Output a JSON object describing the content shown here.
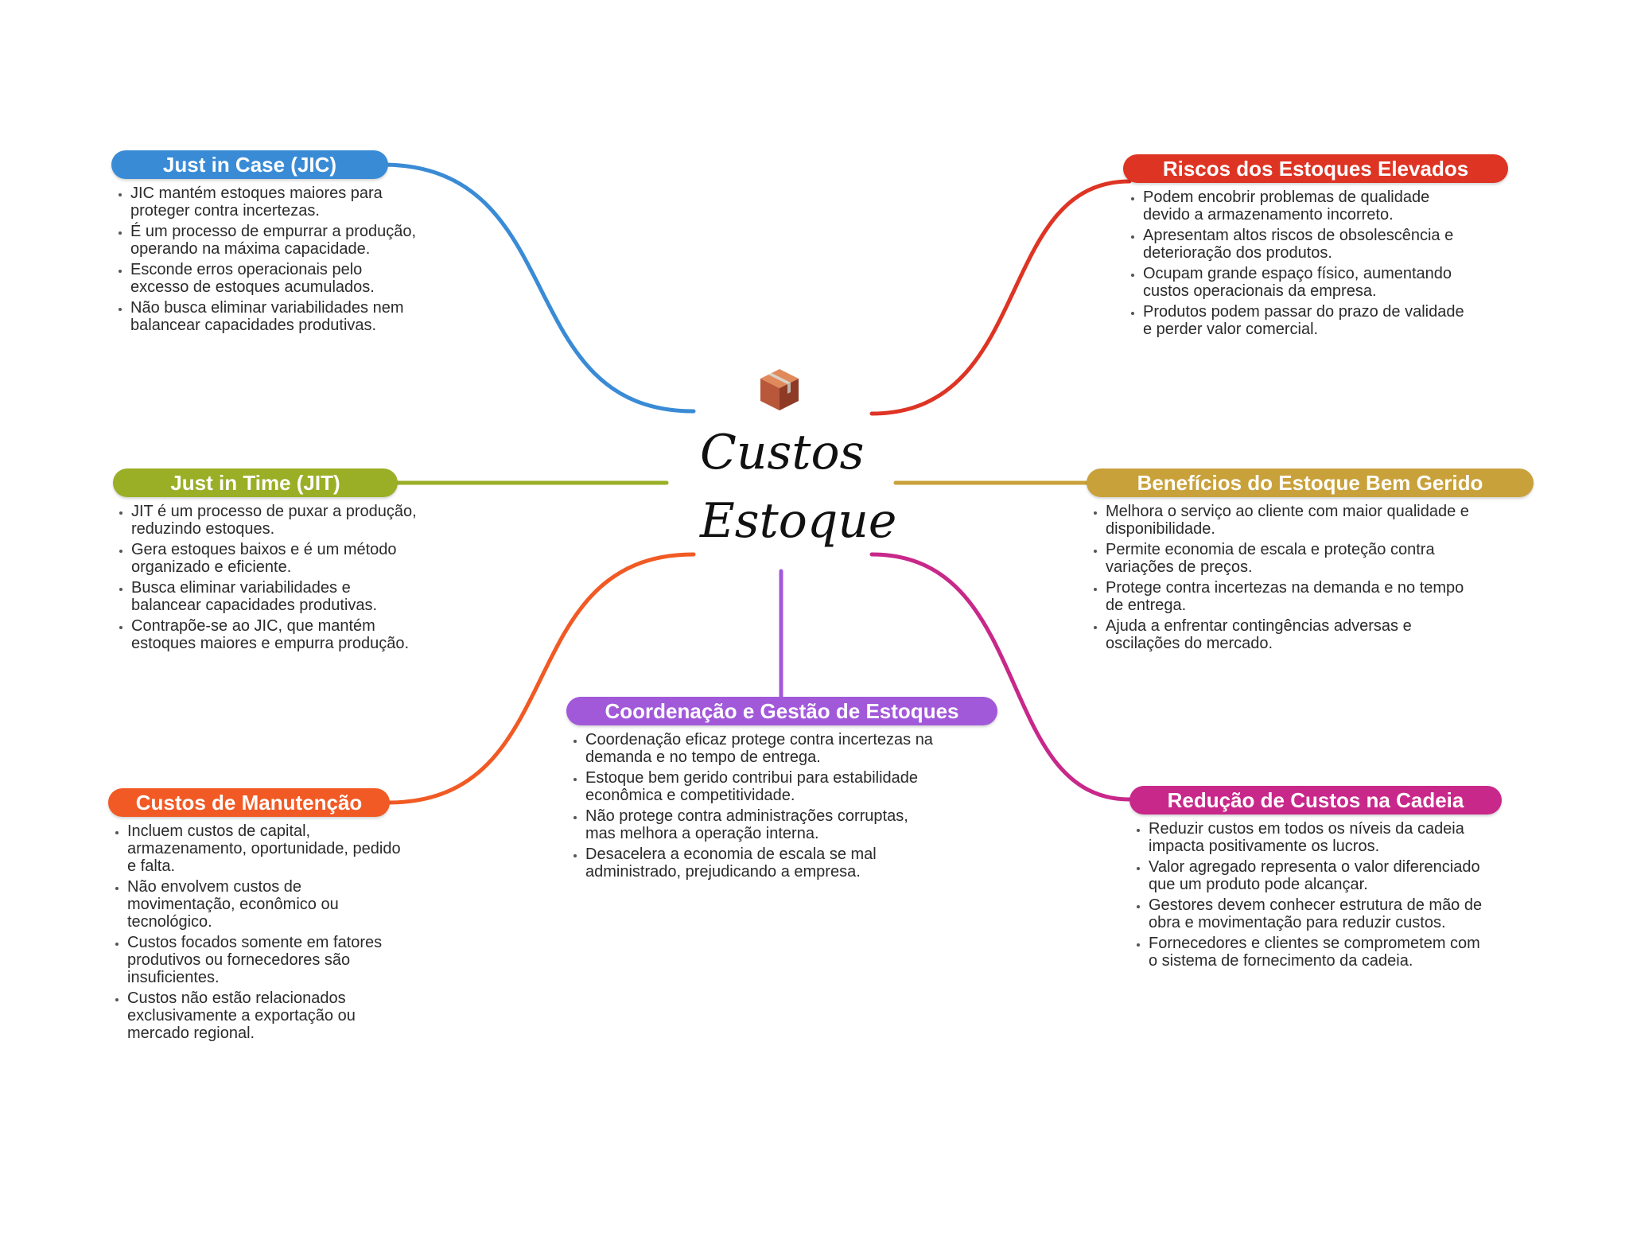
{
  "center": {
    "title_line1": "Custos",
    "title_line2": "Estoque",
    "icon": "box-icon"
  },
  "branches": [
    {
      "id": "jic",
      "title": "Just in Case (JIC)",
      "color": "#3A8BD6",
      "items": [
        "JIC mantém estoques maiores para proteger contra incertezas.",
        "É um processo de empurrar a produção, operando na máxima capacidade.",
        "Esconde erros operacionais pelo excesso de estoques acumulados.",
        "Não busca eliminar variabilidades nem balancear capacidades produtivas."
      ]
    },
    {
      "id": "jit",
      "title": "Just in Time (JIT)",
      "color": "#9AAF25",
      "items": [
        "JIT é um processo de puxar a produção, reduzindo estoques.",
        "Gera estoques baixos e é um método organizado e eficiente.",
        "Busca eliminar variabilidades e balancear capacidades produtivas.",
        "Contrapõe-se ao JIC, que mantém estoques maiores e empurra produção."
      ]
    },
    {
      "id": "manutencao",
      "title": "Custos de Manutenção",
      "color": "#F15A24",
      "items": [
        "Incluem custos de capital, armazenamento, oportunidade, pedido e falta.",
        "Não envolvem custos de movimentação, econômico ou tecnológico.",
        "Custos focados somente em fatores produtivos ou fornecedores são insuficientes.",
        "Custos não estão relacionados exclusivamente a exportação ou mercado regional."
      ]
    },
    {
      "id": "coordenacao",
      "title": "Coordenação e Gestão de Estoques",
      "color": "#A259D9",
      "items": [
        "Coordenação eficaz protege contra incertezas na demanda e no tempo de entrega.",
        "Estoque bem gerido contribui para estabilidade econômica e competitividade.",
        "Não protege contra administrações corruptas, mas melhora a operação interna.",
        "Desacelera a economia de escala se mal administrado, prejudicando a empresa."
      ]
    },
    {
      "id": "riscos",
      "title": "Riscos dos Estoques Elevados",
      "color": "#DE3424",
      "items": [
        "Podem encobrir problemas de qualidade devido a armazenamento incorreto.",
        "Apresentam altos riscos de obsolescência e deterioração dos produtos.",
        "Ocupam grande espaço físico, aumentando custos operacionais da empresa.",
        "Produtos podem passar do prazo de validade e perder valor comercial."
      ]
    },
    {
      "id": "beneficios",
      "title": "Benefícios do Estoque Bem Gerido",
      "color": "#C9A13A",
      "items": [
        "Melhora o serviço ao cliente com maior qualidade e disponibilidade.",
        "Permite economia de escala e proteção contra variações de preços.",
        "Protege contra incertezas na demanda e no tempo de entrega.",
        "Ajuda a enfrentar contingências adversas e oscilações do mercado."
      ]
    },
    {
      "id": "reducao",
      "title": "Redução de Custos na Cadeia",
      "color": "#C8288A",
      "items": [
        "Reduzir custos em todos os níveis da cadeia impacta positivamente os lucros.",
        "Valor agregado representa o valor diferenciado que um produto pode alcançar.",
        "Gestores devem conhecer estrutura de mão de obra e movimentação para reduzir custos.",
        "Fornecedores e clientes se comprometem com o sistema de fornecimento da cadeia."
      ]
    }
  ]
}
